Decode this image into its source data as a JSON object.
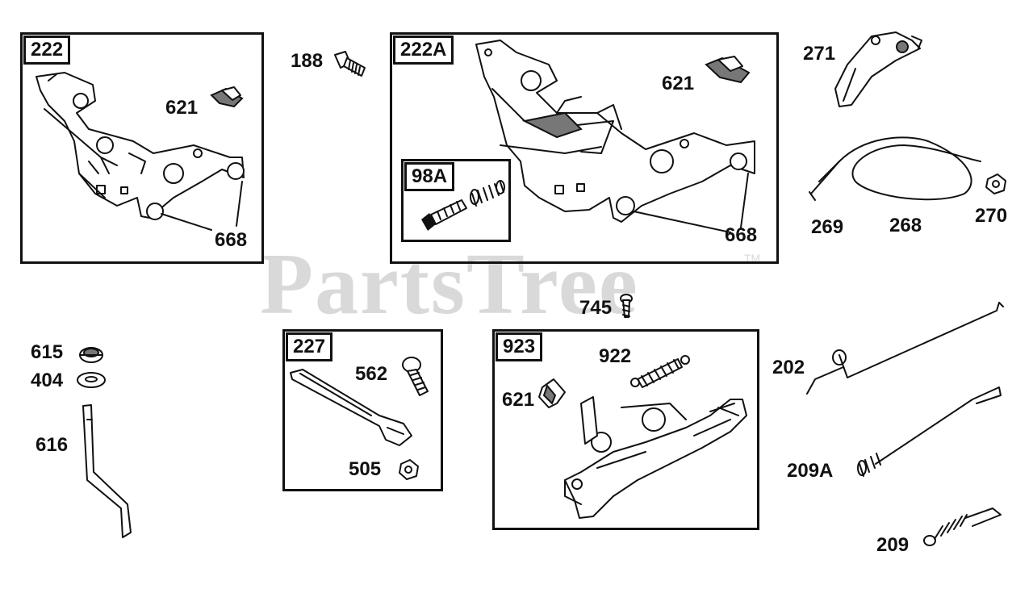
{
  "watermark": {
    "text": "PartsTree",
    "trademark": "TM"
  },
  "boxes": {
    "b222": "222",
    "b222A": "222A",
    "b98A": "98A",
    "b227": "227",
    "b923": "923"
  },
  "labels": {
    "p621_a": "621",
    "p668_a": "668",
    "p188": "188",
    "p621_b": "621",
    "p668_b": "668",
    "p271": "271",
    "p269": "269",
    "p268": "268",
    "p270": "270",
    "p745": "745",
    "p615": "615",
    "p404": "404",
    "p616": "616",
    "p562": "562",
    "p505": "505",
    "p922": "922",
    "p621_c": "621",
    "p202": "202",
    "p209A": "209A",
    "p209": "209"
  }
}
